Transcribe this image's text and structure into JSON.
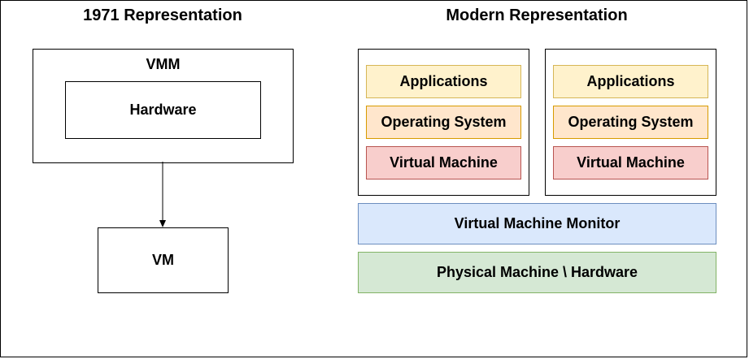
{
  "left": {
    "title": "1971 Representation",
    "vmm_label": "VMM",
    "hardware_label": "Hardware",
    "vm_label": "VM"
  },
  "right": {
    "title": "Modern Representation",
    "stacks": [
      {
        "applications": "Applications",
        "operating_system": "Operating System",
        "virtual_machine": "Virtual Machine"
      },
      {
        "applications": "Applications",
        "operating_system": "Operating System",
        "virtual_machine": "Virtual Machine"
      }
    ],
    "vmm_layer": "Virtual Machine Monitor",
    "hardware_layer": "Physical Machine \\ Hardware"
  },
  "colors": {
    "applications_fill": "#fff2cc",
    "operating_system_fill": "#ffe6cc",
    "virtual_machine_fill": "#f8cecc",
    "vmm_fill": "#dae8fc",
    "hardware_fill": "#d5e8d4"
  }
}
